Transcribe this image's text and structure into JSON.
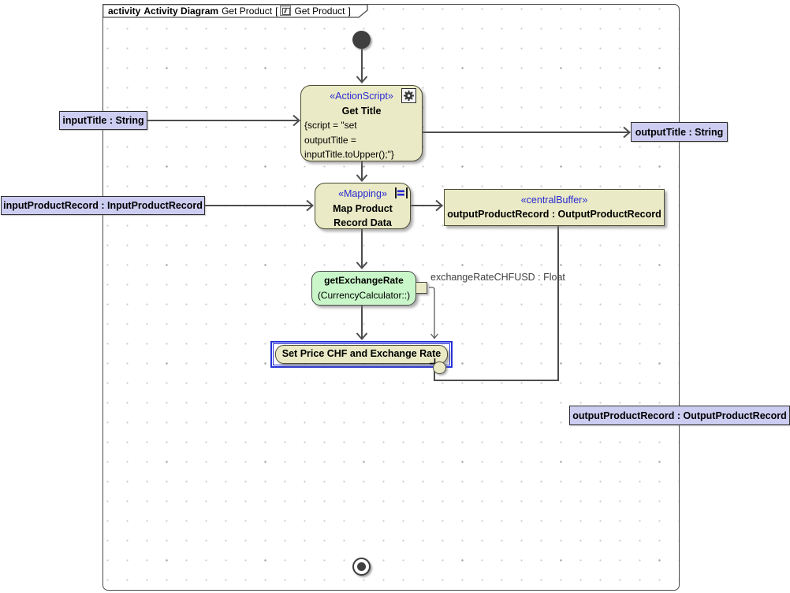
{
  "header": {
    "keyword": "activity",
    "diagram_kind": "Activity Diagram",
    "diagram_name": "Get Product",
    "open_bracket": "[",
    "context_name": "Get Product",
    "close_bracket": "]"
  },
  "parameters": {
    "input_title": "inputTitle : String",
    "output_title": "outputTitle : String",
    "input_product_record": "inputProductRecord : InputProductRecord",
    "output_product_record": "outputProductRecord : OutputProductRecord"
  },
  "nodes": {
    "get_title": {
      "stereotype": "«ActionScript»",
      "name": "Get Title",
      "script_lines": [
        "{script = \"set",
        "outputTitle =",
        "inputTitle.toUpper();\"}"
      ]
    },
    "map_product_record_data": {
      "stereotype": "«Mapping»",
      "name_lines": [
        "Map Product",
        "Record Data"
      ]
    },
    "output_product_record_buffer": {
      "stereotype": "«centralBuffer»",
      "name": "outputProductRecord : OutputProductRecord"
    },
    "get_exchange_rate": {
      "name": "getExchangeRate",
      "qualifier": "(CurrencyCalculator::)"
    },
    "set_price": {
      "name": "Set Price CHF and Exchange Rate"
    }
  },
  "edge_labels": {
    "exchange_rate_pin": "exchangeRateCHFUSD : Float"
  },
  "icons": {
    "header": "activity-diagram-icon",
    "get_title": "gear-icon",
    "mapping": "mapping-equals-icon"
  },
  "colors": {
    "action_fill": "#EAEAC6",
    "object_fill": "#C9F7C9",
    "parameter_fill": "#CDCDF2",
    "stereotype_text": "#2A2AD2",
    "selection_blue": "#2531D8",
    "flow_line": "#4D4D4D"
  }
}
